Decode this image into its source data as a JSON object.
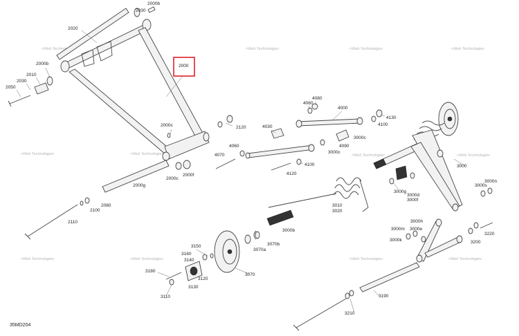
{
  "diagram": {
    "code": "35MD204",
    "highlighted_part": "2000",
    "highlight_color": "#e0202a",
    "part_labels": {
      "l2000": "2000",
      "l2000b_top": "2000b",
      "l2030_top": "2030",
      "l2020": "2020",
      "l2000b_mid": "2000b",
      "l2010": "2010",
      "l2030_mid": "2030",
      "l2050": "2050",
      "l2000c_top": "2000c",
      "l2000c_bot": "2000c",
      "l2000f": "2000f",
      "l2000g": "2000g",
      "l2120": "2120",
      "l4070": "4070",
      "l4060": "4060",
      "l4030": "4030",
      "l4080": "4080",
      "l4060b": "4060",
      "l4000": "4000",
      "l4130": "4130",
      "l4100a": "4100",
      "l4090": "4090",
      "l3000c": "3000c",
      "l3000c_b": "3000c",
      "l4100b": "4100",
      "l4120": "4120",
      "l3000": "3000",
      "l3000g": "3000g",
      "l3000d": "3000d",
      "l3000f": "3000f",
      "l3000s": "3000s",
      "l3000n": "3000n",
      "l3000h": "3000h",
      "l3000m": "3000m",
      "l3000e": "3000e",
      "l3000k": "3000k",
      "l3200": "3200",
      "l3220": "3220",
      "l3010": "3010",
      "l3020": "3020",
      "l3000b": "3000b",
      "l3070b": "3070b",
      "l3070a": "3070a",
      "l3070": "3070",
      "l3150": "3150",
      "l3160": "3160",
      "l3140": "3140",
      "l3120": "3120",
      "l3130": "3130",
      "l3180": "3180",
      "l3110": "3110",
      "l3190": "3190",
      "l3210": "3210",
      "l2080": "2080",
      "l2100": "2100",
      "l2110": "2110"
    },
    "watermark_text": "«Web Technologies"
  }
}
